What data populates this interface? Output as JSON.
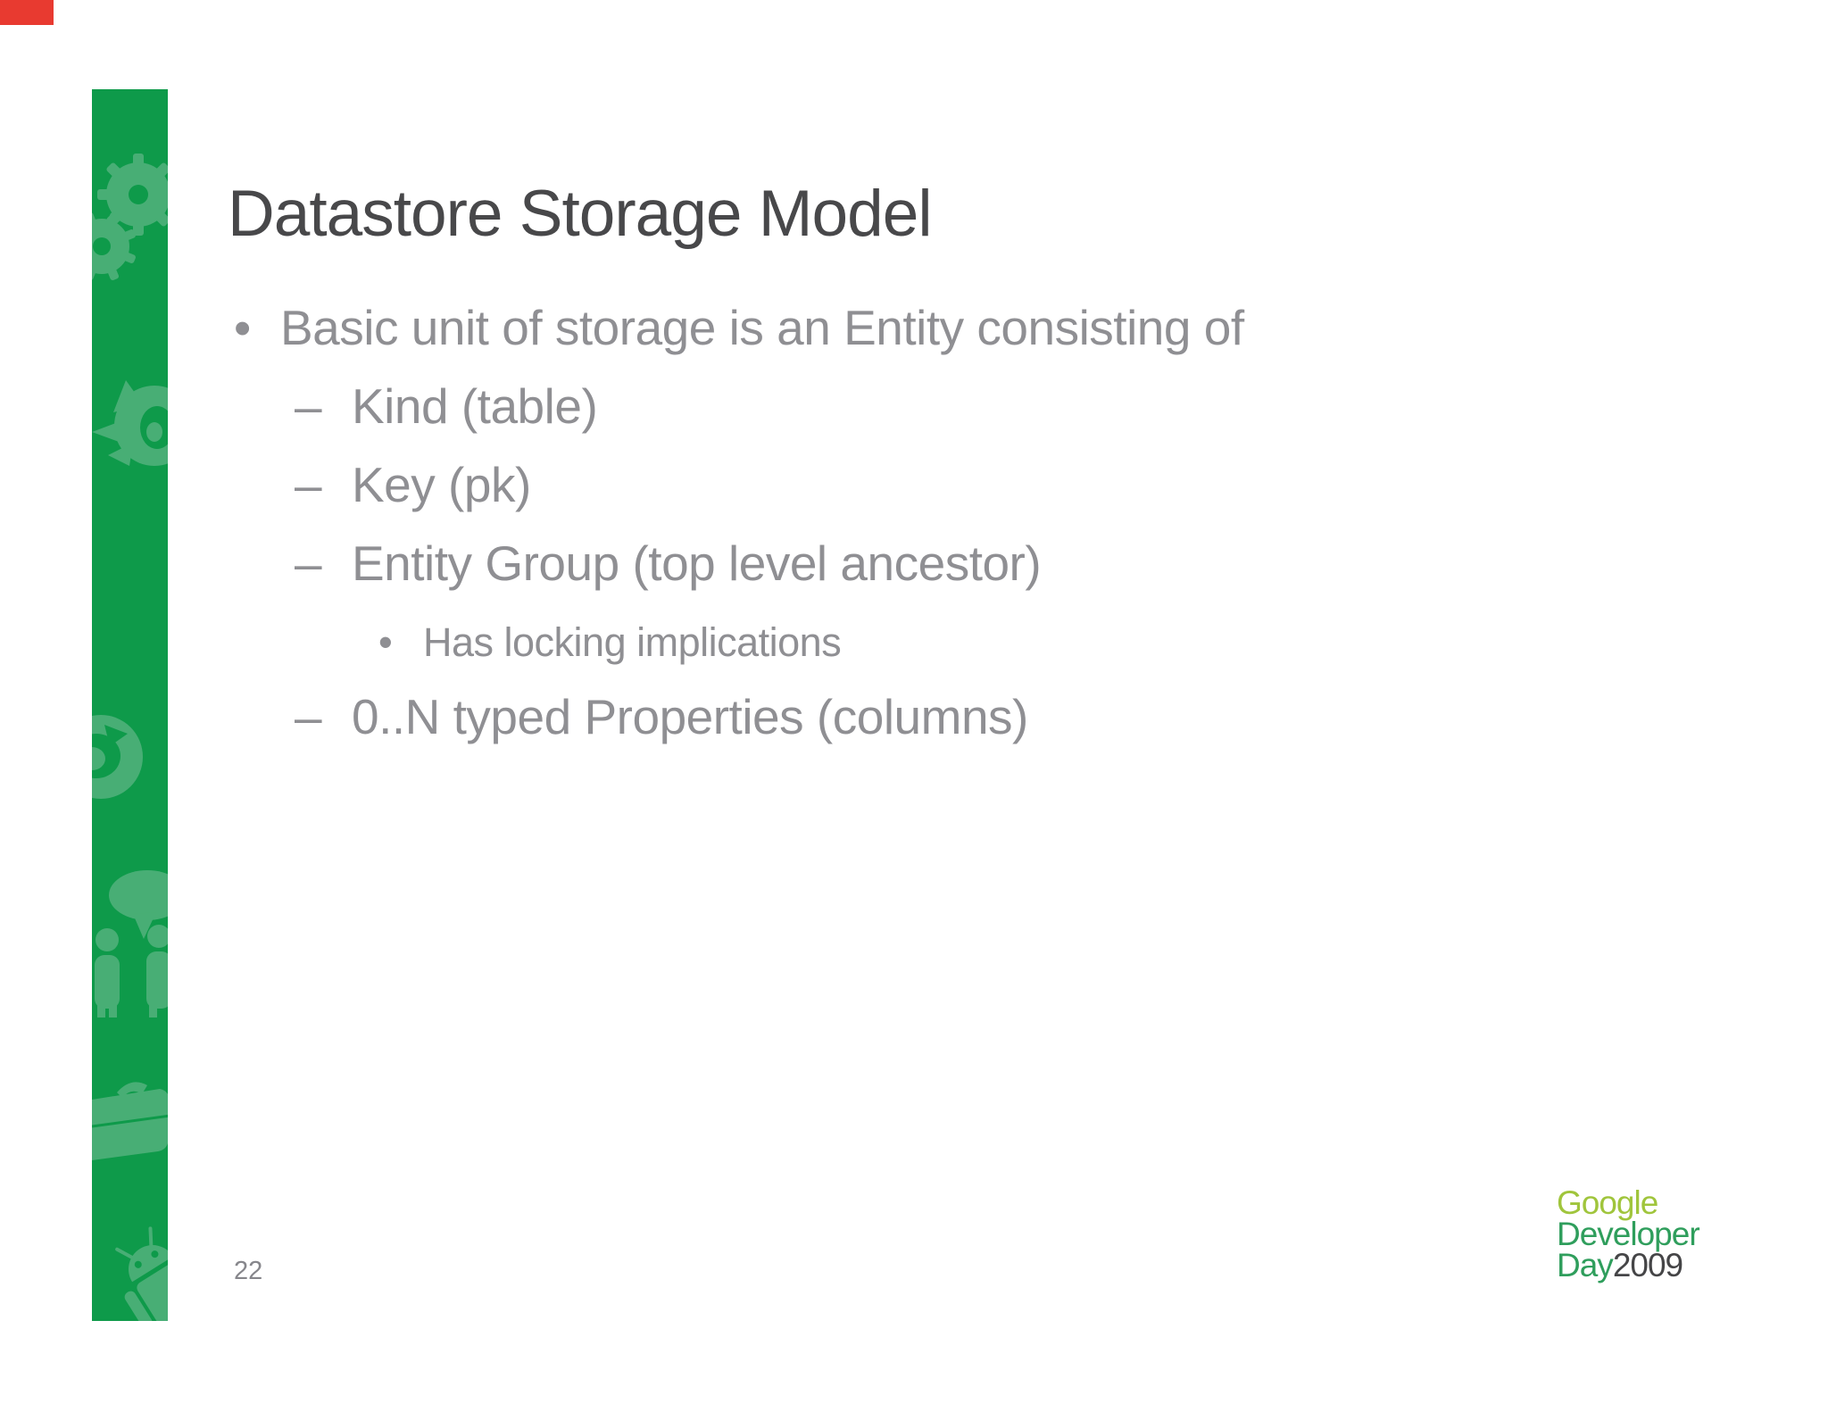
{
  "colors": {
    "slide_bg": "#ffffff",
    "bar_green": "#0e9a4a",
    "silhouette_green": "#48ae75",
    "title_gray": "#48484a",
    "body_gray": "#8f8f93",
    "page_gray": "#86868b",
    "logo_lime": "#a0c53c",
    "logo_green": "#2f9e5c",
    "logo_year_gray": "#454547",
    "corner_red": "#e83a30"
  },
  "slide": {
    "title": "Datastore Storage Model",
    "page_number": "22",
    "bullets": [
      {
        "level": 1,
        "marker": "•",
        "text": "Basic unit of storage is an Entity consisting of"
      },
      {
        "level": 2,
        "marker": "–",
        "text": "Kind (table)"
      },
      {
        "level": 2,
        "marker": "–",
        "text": "Key (pk)"
      },
      {
        "level": 2,
        "marker": "–",
        "text": "Entity Group (top level ancestor)"
      },
      {
        "level": 3,
        "marker": "•",
        "text": "Has locking implications"
      },
      {
        "level": 2,
        "marker": "–",
        "text": "0..N typed Properties (columns)"
      }
    ]
  },
  "logo": {
    "line1": "Google",
    "line2": "Developer",
    "line3_day": "Day",
    "line3_year": "2009"
  },
  "sidebar": {
    "icons": [
      "gears-icon",
      "flying-android-icon",
      "wheel-icon",
      "people-chat-icon",
      "toolbox-icon",
      "android-robot-icon"
    ]
  }
}
